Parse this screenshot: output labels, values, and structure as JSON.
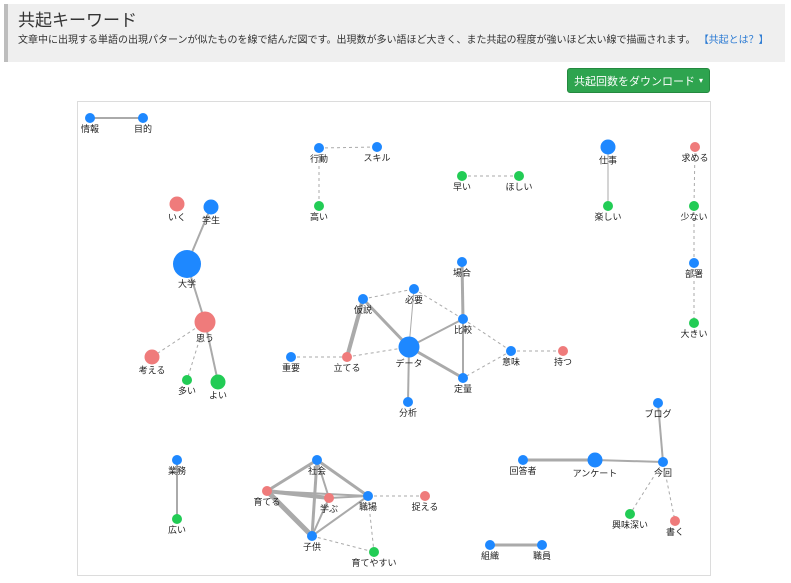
{
  "header": {
    "title": "共起キーワード",
    "description": "文章中に出現する単語の出現パターンが似たものを線で結んだ図です。出現数が多い語ほど大きく、また共起の程度が強いほど太い線で描画されます。",
    "help_link": "【共起とは？】"
  },
  "download_button": {
    "label": "共起回数をダウンロード",
    "caret": "▾"
  },
  "colors": {
    "noun": "#1e88ff",
    "verb": "#ef7b7b",
    "adj": "#22cc55",
    "edge": "#aaaaaa"
  },
  "nodes": [
    {
      "id": "情報",
      "type": "noun",
      "size": "s"
    },
    {
      "id": "目的",
      "type": "noun",
      "size": "s"
    },
    {
      "id": "行動",
      "type": "noun",
      "size": "s"
    },
    {
      "id": "スキル",
      "type": "noun",
      "size": "s"
    },
    {
      "id": "高い",
      "type": "adj",
      "size": "s"
    },
    {
      "id": "早い",
      "type": "adj",
      "size": "s"
    },
    {
      "id": "ほしい",
      "type": "adj",
      "size": "s"
    },
    {
      "id": "仕事",
      "type": "noun",
      "size": "m"
    },
    {
      "id": "楽しい",
      "type": "adj",
      "size": "s"
    },
    {
      "id": "求める",
      "type": "verb",
      "size": "s"
    },
    {
      "id": "少ない",
      "type": "adj",
      "size": "s"
    },
    {
      "id": "部署",
      "type": "noun",
      "size": "s"
    },
    {
      "id": "大きい",
      "type": "adj",
      "size": "s"
    },
    {
      "id": "いく",
      "type": "verb",
      "size": "m"
    },
    {
      "id": "学生",
      "type": "noun",
      "size": "m"
    },
    {
      "id": "大学",
      "type": "noun",
      "size": "xl"
    },
    {
      "id": "思う",
      "type": "verb",
      "size": "l"
    },
    {
      "id": "考える",
      "type": "verb",
      "size": "m"
    },
    {
      "id": "多い",
      "type": "adj",
      "size": "s"
    },
    {
      "id": "よい",
      "type": "adj",
      "size": "m"
    },
    {
      "id": "場合",
      "type": "noun",
      "size": "s"
    },
    {
      "id": "必要",
      "type": "noun",
      "size": "s"
    },
    {
      "id": "仮説",
      "type": "noun",
      "size": "s"
    },
    {
      "id": "比較",
      "type": "noun",
      "size": "s"
    },
    {
      "id": "重要",
      "type": "noun",
      "size": "s"
    },
    {
      "id": "立てる",
      "type": "verb",
      "size": "s"
    },
    {
      "id": "データ",
      "type": "noun",
      "size": "l"
    },
    {
      "id": "意味",
      "type": "noun",
      "size": "s"
    },
    {
      "id": "持つ",
      "type": "verb",
      "size": "s"
    },
    {
      "id": "定量",
      "type": "noun",
      "size": "s"
    },
    {
      "id": "分析",
      "type": "noun",
      "size": "s"
    },
    {
      "id": "ブログ",
      "type": "noun",
      "size": "s"
    },
    {
      "id": "業務",
      "type": "noun",
      "size": "s"
    },
    {
      "id": "広い",
      "type": "adj",
      "size": "s"
    },
    {
      "id": "社会",
      "type": "noun",
      "size": "s"
    },
    {
      "id": "育てる",
      "type": "verb",
      "size": "s"
    },
    {
      "id": "学ぶ",
      "type": "verb",
      "size": "s"
    },
    {
      "id": "職場",
      "type": "noun",
      "size": "s"
    },
    {
      "id": "捉える",
      "type": "verb",
      "size": "s"
    },
    {
      "id": "子供",
      "type": "noun",
      "size": "s"
    },
    {
      "id": "育てやすい",
      "type": "adj",
      "size": "s"
    },
    {
      "id": "回答者",
      "type": "noun",
      "size": "s"
    },
    {
      "id": "アンケート",
      "type": "noun",
      "size": "m"
    },
    {
      "id": "今回",
      "type": "noun",
      "size": "s"
    },
    {
      "id": "興味深い",
      "type": "adj",
      "size": "s"
    },
    {
      "id": "書く",
      "type": "verb",
      "size": "s"
    },
    {
      "id": "組織",
      "type": "noun",
      "size": "s"
    },
    {
      "id": "職員",
      "type": "noun",
      "size": "s"
    }
  ],
  "edges": [
    {
      "a": "情報",
      "b": "目的",
      "w": 2,
      "dash": false
    },
    {
      "a": "行動",
      "b": "スキル",
      "w": 1,
      "dash": true
    },
    {
      "a": "行動",
      "b": "高い",
      "w": 1,
      "dash": true
    },
    {
      "a": "早い",
      "b": "ほしい",
      "w": 1,
      "dash": true
    },
    {
      "a": "仕事",
      "b": "楽しい",
      "w": 1,
      "dash": false
    },
    {
      "a": "求める",
      "b": "少ない",
      "w": 1,
      "dash": true
    },
    {
      "a": "少ない",
      "b": "部署",
      "w": 1,
      "dash": true
    },
    {
      "a": "部署",
      "b": "大きい",
      "w": 1,
      "dash": true
    },
    {
      "a": "学生",
      "b": "大学",
      "w": 2,
      "dash": false
    },
    {
      "a": "大学",
      "b": "思う",
      "w": 2,
      "dash": false
    },
    {
      "a": "思う",
      "b": "考える",
      "w": 1,
      "dash": true
    },
    {
      "a": "思う",
      "b": "多い",
      "w": 1,
      "dash": true
    },
    {
      "a": "思う",
      "b": "よい",
      "w": 2,
      "dash": false
    },
    {
      "a": "場合",
      "b": "比較",
      "w": 3,
      "dash": false
    },
    {
      "a": "仮説",
      "b": "必要",
      "w": 1,
      "dash": true
    },
    {
      "a": "仮説",
      "b": "立てる",
      "w": 4,
      "dash": false
    },
    {
      "a": "仮説",
      "b": "データ",
      "w": 3,
      "dash": false
    },
    {
      "a": "必要",
      "b": "データ",
      "w": 1,
      "dash": false
    },
    {
      "a": "必要",
      "b": "比較",
      "w": 1,
      "dash": true
    },
    {
      "a": "重要",
      "b": "立てる",
      "w": 1,
      "dash": true
    },
    {
      "a": "立てる",
      "b": "データ",
      "w": 1,
      "dash": true
    },
    {
      "a": "データ",
      "b": "比較",
      "w": 2,
      "dash": false
    },
    {
      "a": "データ",
      "b": "定量",
      "w": 3,
      "dash": false
    },
    {
      "a": "データ",
      "b": "分析",
      "w": 2,
      "dash": false
    },
    {
      "a": "比較",
      "b": "意味",
      "w": 1,
      "dash": true
    },
    {
      "a": "比較",
      "b": "定量",
      "w": 2,
      "dash": false
    },
    {
      "a": "意味",
      "b": "持つ",
      "w": 1,
      "dash": true
    },
    {
      "a": "意味",
      "b": "定量",
      "w": 1,
      "dash": true
    },
    {
      "a": "ブログ",
      "b": "今回",
      "w": 2,
      "dash": false
    },
    {
      "a": "業務",
      "b": "広い",
      "w": 2,
      "dash": false
    },
    {
      "a": "社会",
      "b": "育てる",
      "w": 3,
      "dash": false
    },
    {
      "a": "社会",
      "b": "学ぶ",
      "w": 2,
      "dash": false
    },
    {
      "a": "社会",
      "b": "職場",
      "w": 3,
      "dash": false
    },
    {
      "a": "社会",
      "b": "子供",
      "w": 3,
      "dash": false
    },
    {
      "a": "育てる",
      "b": "学ぶ",
      "w": 4,
      "dash": false
    },
    {
      "a": "育てる",
      "b": "子供",
      "w": 5,
      "dash": false
    },
    {
      "a": "育てる",
      "b": "職場",
      "w": 2,
      "dash": false
    },
    {
      "a": "学ぶ",
      "b": "子供",
      "w": 2,
      "dash": false
    },
    {
      "a": "学ぶ",
      "b": "職場",
      "w": 2,
      "dash": false
    },
    {
      "a": "職場",
      "b": "子供",
      "w": 2,
      "dash": false
    },
    {
      "a": "職場",
      "b": "捉える",
      "w": 1,
      "dash": true
    },
    {
      "a": "職場",
      "b": "育てやすい",
      "w": 1,
      "dash": true
    },
    {
      "a": "子供",
      "b": "育てやすい",
      "w": 1,
      "dash": true
    },
    {
      "a": "回答者",
      "b": "アンケート",
      "w": 3,
      "dash": false
    },
    {
      "a": "アンケート",
      "b": "今回",
      "w": 2,
      "dash": false
    },
    {
      "a": "今回",
      "b": "興味深い",
      "w": 1,
      "dash": true
    },
    {
      "a": "今回",
      "b": "書く",
      "w": 1,
      "dash": true
    },
    {
      "a": "組織",
      "b": "職員",
      "w": 3,
      "dash": false
    }
  ]
}
